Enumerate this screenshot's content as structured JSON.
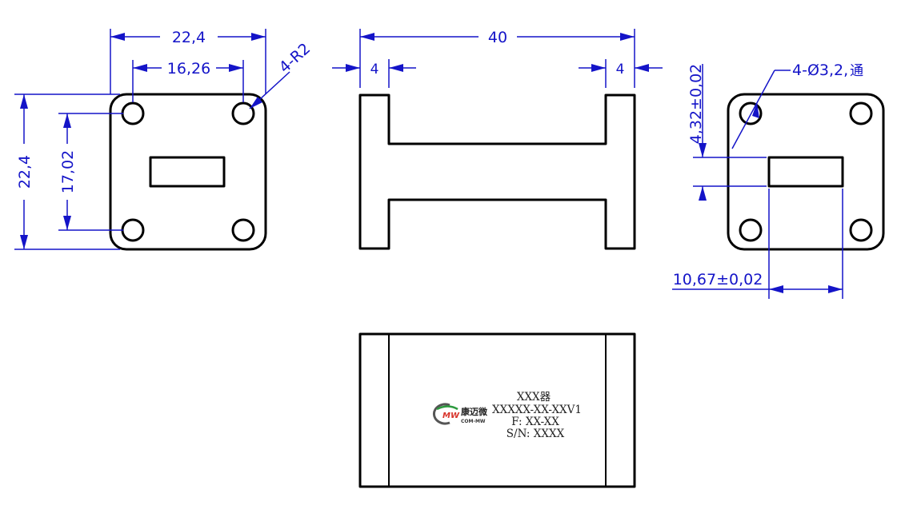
{
  "colors": {
    "part_outline": "#000000",
    "dimension": "#1414c8",
    "logo_green": "#2d9a3e",
    "logo_red": "#d8342b",
    "logo_gray": "#555555"
  },
  "front_view": {
    "width_label": "22,4",
    "hole_spacing_label": "16,26",
    "height_label": "22,4",
    "vertical_hole_spacing_label": "17,02",
    "corner_radius_label": "4-R2"
  },
  "side_view": {
    "length_label": "40",
    "left_flange_label": "4",
    "right_flange_label": "4"
  },
  "end_view": {
    "hole_callout": "4-Ø3,2,",
    "hole_callout_suffix": "通",
    "slot_height_label": "4,32±0,02",
    "slot_width_label": "10,67±0,02"
  },
  "top_view": {
    "logo": {
      "mark": "MW",
      "name_cn": "康迈微",
      "name_en": "COM-MW"
    },
    "nameplate": {
      "line1": "XXX器",
      "line2": "XXXXX-XX-XXV1",
      "line3": "F: XX-XX",
      "line4": "S/N: XXXX"
    }
  }
}
